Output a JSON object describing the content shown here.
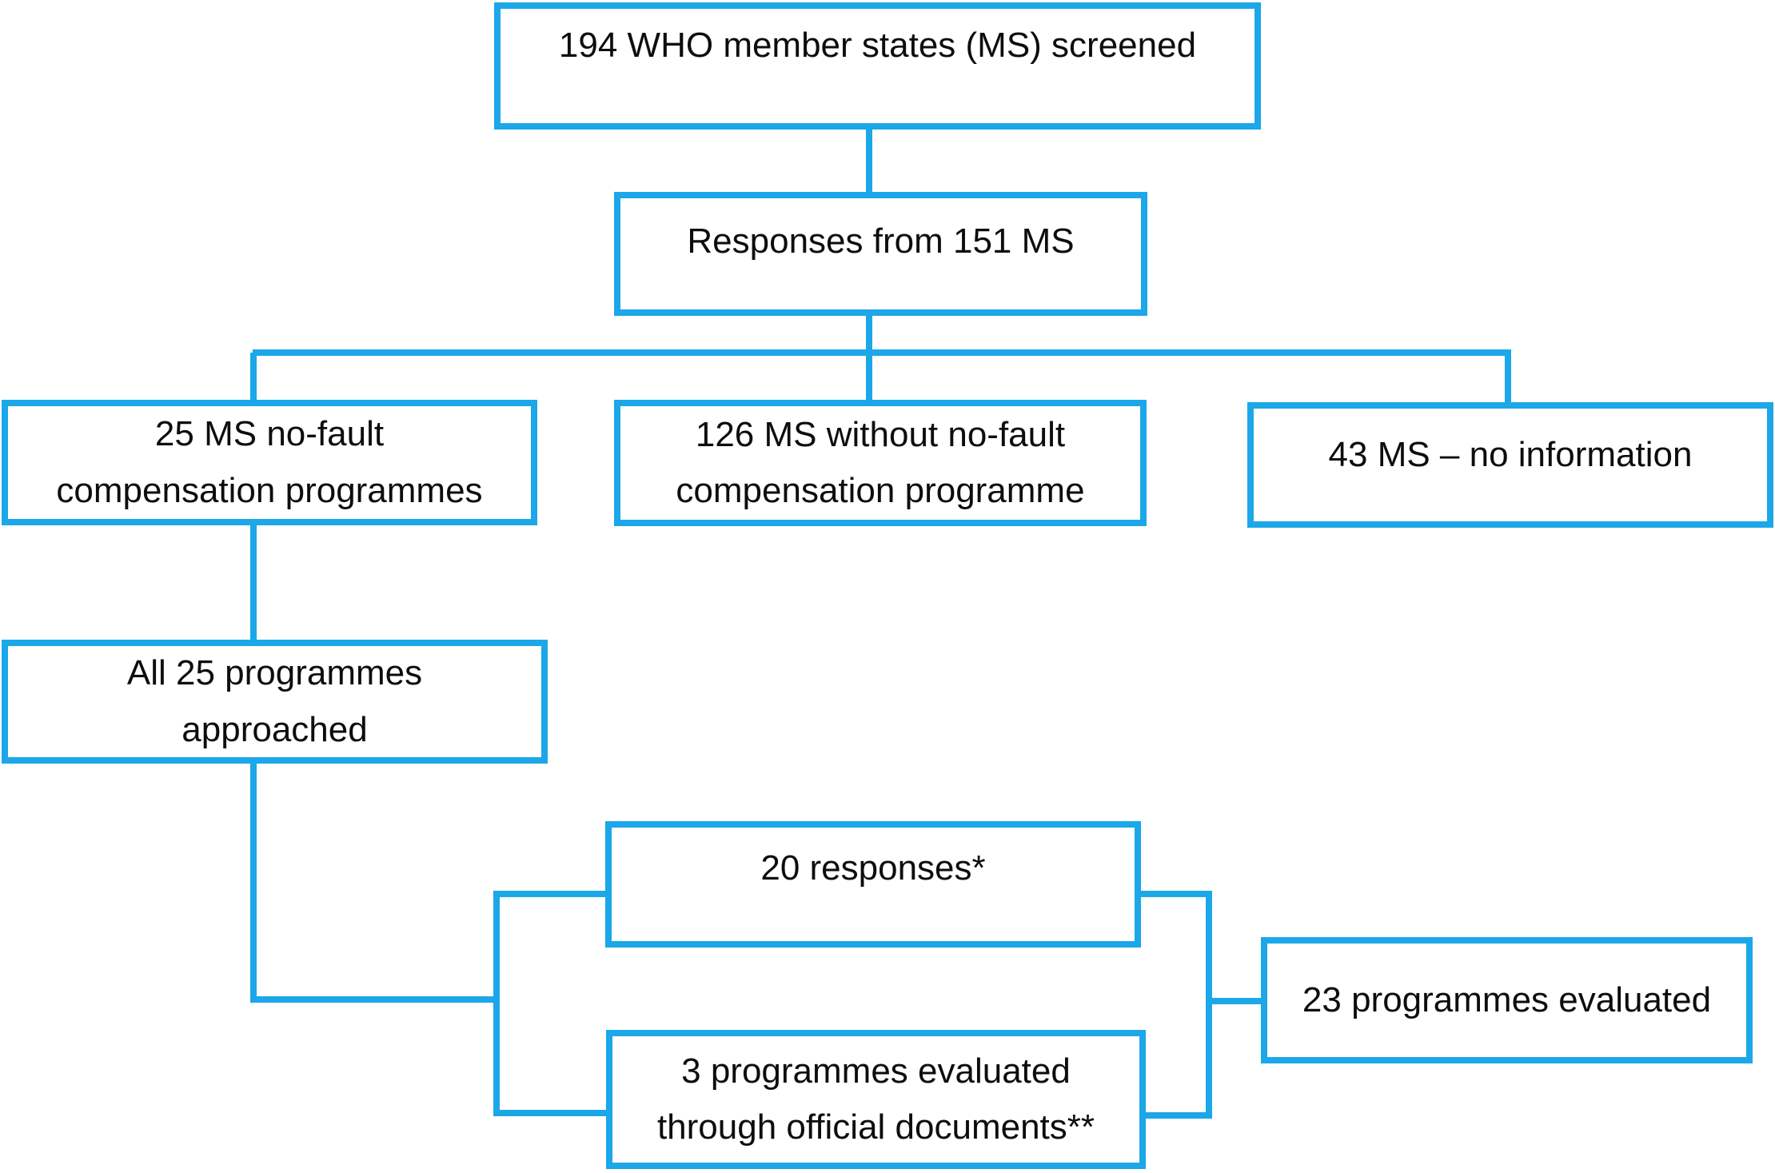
{
  "colors": {
    "accent": "#1BA7E8",
    "text": "#0D0D0D",
    "background": "#FFFFFF"
  },
  "nodes": {
    "screened": {
      "text": "194 WHO member states (MS) screened"
    },
    "responses_151": {
      "text": "Responses from 151 MS"
    },
    "no_fault_25": {
      "lines": [
        "25 MS no-fault",
        "compensation programmes"
      ]
    },
    "without_126": {
      "lines": [
        "126 MS without no-fault",
        "compensation programme"
      ]
    },
    "no_info_43": {
      "text": "43 MS – no information"
    },
    "approached_25": {
      "lines": [
        "All 25 programmes",
        "approached"
      ]
    },
    "responses_20": {
      "text": "20 responses*"
    },
    "official_docs_3": {
      "lines": [
        "3 programmes evaluated",
        "through official documents**"
      ]
    },
    "evaluated_23": {
      "text": "23 programmes evaluated"
    }
  },
  "edges": [
    {
      "from": "screened",
      "to": "responses_151"
    },
    {
      "from": "responses_151",
      "to": "no_fault_25"
    },
    {
      "from": "responses_151",
      "to": "without_126"
    },
    {
      "from": "responses_151",
      "to": "no_info_43"
    },
    {
      "from": "no_fault_25",
      "to": "approached_25"
    },
    {
      "from": "approached_25",
      "to": "responses_20"
    },
    {
      "from": "approached_25",
      "to": "official_docs_3"
    },
    {
      "from": "responses_20",
      "to": "evaluated_23"
    },
    {
      "from": "official_docs_3",
      "to": "evaluated_23"
    }
  ]
}
